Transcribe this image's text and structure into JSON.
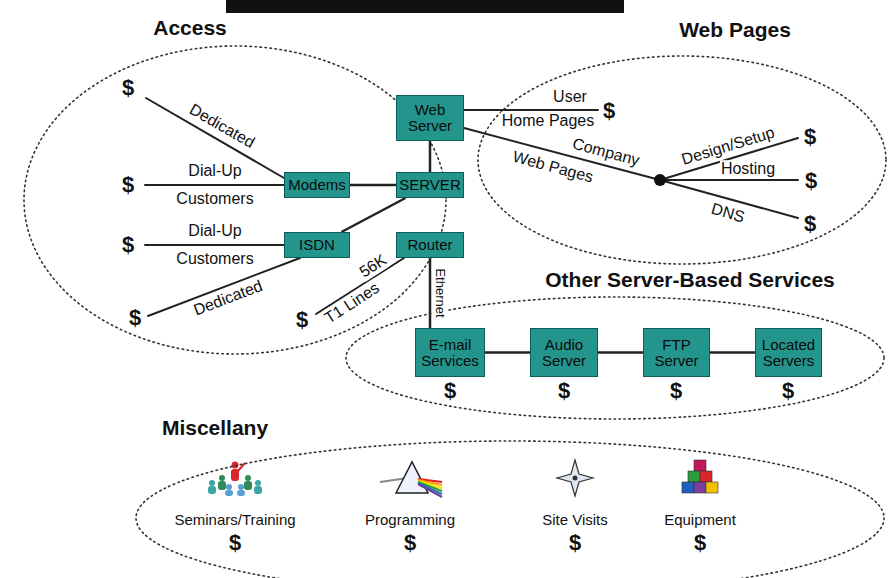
{
  "diagram": {
    "nodes": [
      {
        "text": [
          "Access"
        ]
      },
      {
        "text": [
          "Web Server"
        ]
      },
      {
        "text": [
          "Modems"
        ],
        "in": 0
      },
      {
        "text": [
          "SERVER"
        ]
      },
      {
        "text": [
          "ISDN"
        ],
        "in": 0
      },
      {
        "text": [
          "Router"
        ]
      },
      {
        "text": [
          "Web Pages"
        ]
      },
      {
        "text": [
          "Other Server-Based Services"
        ]
      },
      {
        "text": [
          "E-mail Services"
        ],
        "in": 7
      },
      {
        "text": [
          "Audio Server"
        ],
        "in": 7
      },
      {
        "text": [
          "FTP Server"
        ],
        "in": 7
      },
      {
        "text": [
          "Located Servers"
        ],
        "in": 7
      },
      {
        "text": [
          "Miscellany"
        ]
      }
    ],
    "edges": [
      {
        "from": 1,
        "to": 3,
        "arrow": "none"
      },
      {
        "from": 2,
        "to": 3,
        "arrow": "none"
      },
      {
        "from": 4,
        "to": 3,
        "arrow": "none"
      },
      {
        "from": 5,
        "to": 8,
        "label": "Ethernet",
        "arrow": "none"
      },
      {
        "from": 8,
        "to": 9,
        "arrow": "none"
      },
      {
        "from": 9,
        "to": 10,
        "arrow": "none"
      },
      {
        "from": 10,
        "to": 11,
        "arrow": "none"
      }
    ],
    "labels": [
      "$",
      "Dedicated",
      "$",
      "Dial-Up",
      "Customers",
      "$",
      "Dial-Up",
      "Customers",
      "$",
      "Dedicated",
      "$",
      "56K",
      "T1 Lines",
      "User",
      "Home Pages",
      "$",
      "Company",
      "Web Pages",
      "Design/Setup",
      "$",
      "Hosting",
      "$",
      "DNS",
      "$",
      "$",
      "$",
      "$",
      "$",
      "Seminars/Training",
      "$",
      "Programming",
      "$",
      "Site Visits",
      "$",
      "Equipment",
      "$"
    ]
  }
}
